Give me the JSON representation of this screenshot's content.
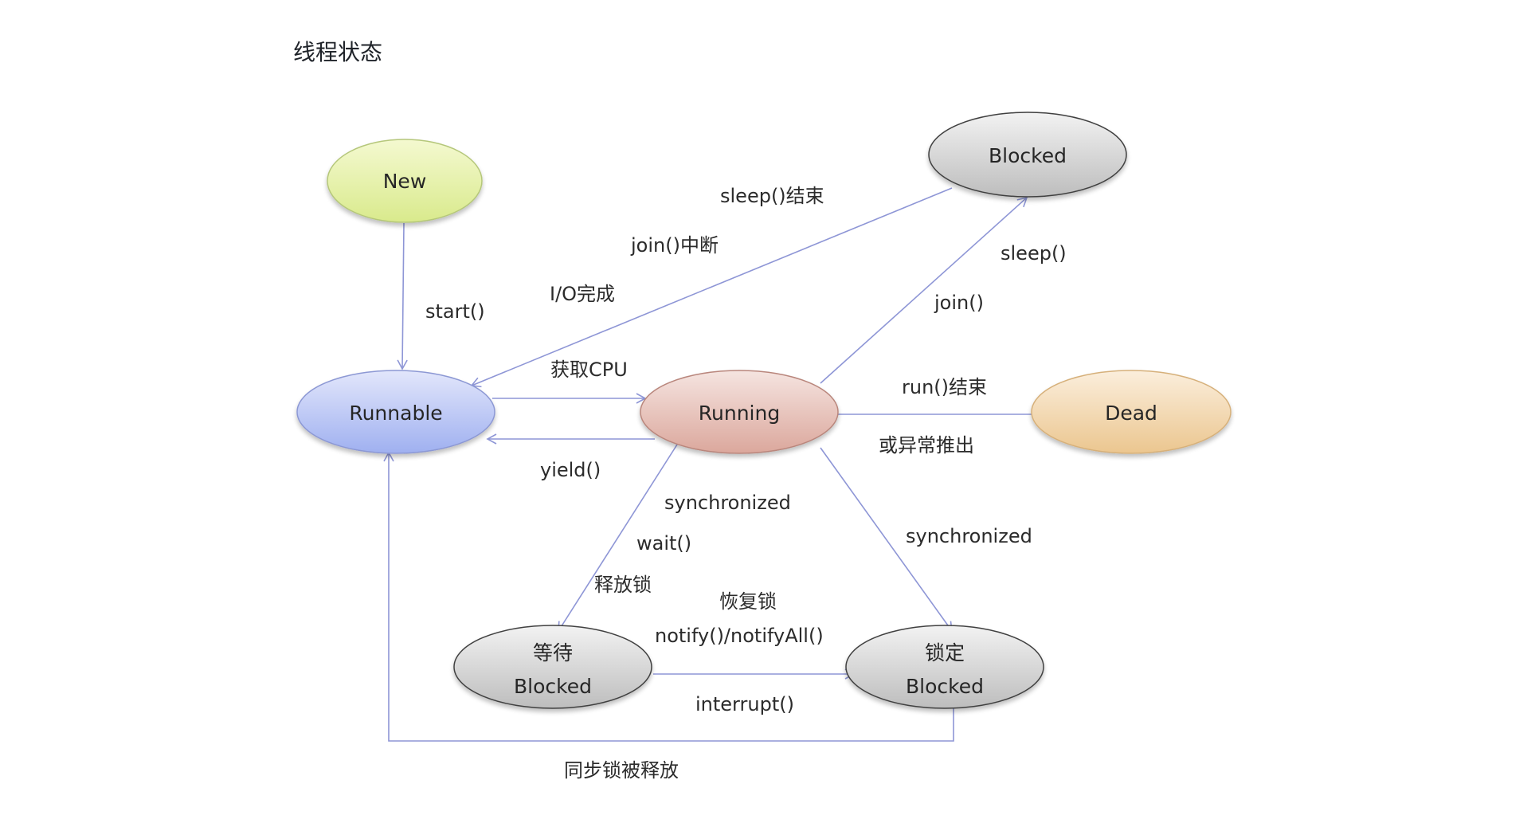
{
  "page": {
    "title": "线程状态"
  },
  "diagram": {
    "line_color": "#8e96d6",
    "nodes": {
      "new": {
        "label": "New",
        "sublabel": "",
        "fill_top": "#f4f9d0",
        "fill_bottom": "#d9ea8c",
        "stroke": "#b5c77a"
      },
      "blocked": {
        "label": "Blocked",
        "sublabel": "",
        "fill_top": "#f2f2f2",
        "fill_bottom": "#bdbdbd",
        "stroke": "#404040"
      },
      "runnable": {
        "label": "Runnable",
        "sublabel": "",
        "fill_top": "#e2e6fb",
        "fill_bottom": "#9fb0f0",
        "stroke": "#8c98d4"
      },
      "running": {
        "label": "Running",
        "sublabel": "",
        "fill_top": "#f5e4e0",
        "fill_bottom": "#dba79c",
        "stroke": "#b9867c"
      },
      "dead": {
        "label": "Dead",
        "sublabel": "",
        "fill_top": "#fbeedc",
        "fill_bottom": "#ebc68f",
        "stroke": "#d6b07a"
      },
      "wait_blocked": {
        "label": "等待",
        "sublabel": "Blocked",
        "fill_top": "#f2f2f2",
        "fill_bottom": "#bdbdbd",
        "stroke": "#404040"
      },
      "lock_blocked": {
        "label": "锁定",
        "sublabel": "Blocked",
        "fill_top": "#f2f2f2",
        "fill_bottom": "#bdbdbd",
        "stroke": "#404040"
      }
    },
    "edge_labels": {
      "start": "start()",
      "sleep_end": "sleep()结束",
      "join_interrupt": "join()中断",
      "io_done": "I/O完成",
      "get_cpu": "获取CPU",
      "yield": "yield()",
      "sleep": "sleep()",
      "join": "join()",
      "run_end": "run()结束",
      "exception_exit": "或异常推出",
      "synchronized_left": "synchronized",
      "wait": "wait()",
      "release_lock": "释放锁",
      "synchronized_right": "synchronized",
      "restore_lock": "恢复锁",
      "notify": "notify()/notifyAll()",
      "interrupt": "interrupt()",
      "sync_lock_released": "同步锁被释放"
    }
  }
}
